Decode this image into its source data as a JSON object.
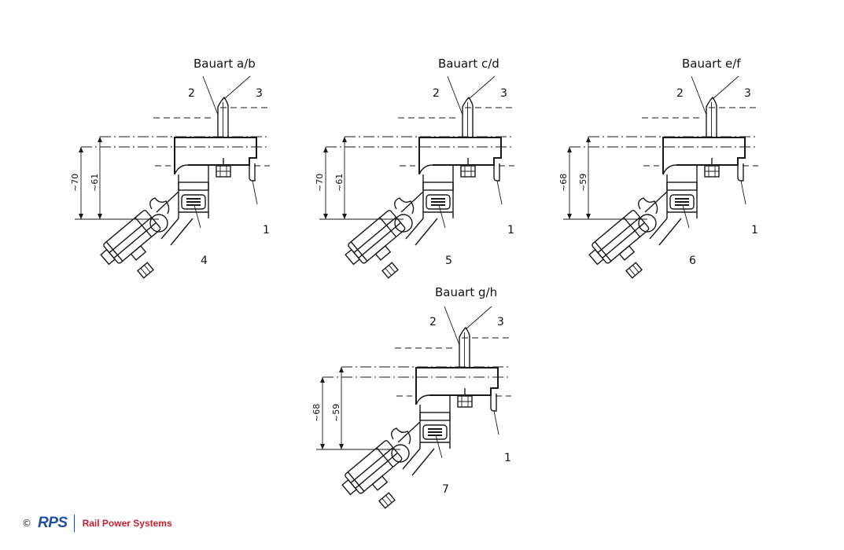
{
  "variants": [
    {
      "title": "Bauart a/b",
      "callouts": {
        "top_left": "2",
        "top_right": "3",
        "right": "1",
        "bottom": "4"
      },
      "dims": {
        "outer": "~70",
        "inner": "~61"
      }
    },
    {
      "title": "Bauart c/d",
      "callouts": {
        "top_left": "2",
        "top_right": "3",
        "right": "1",
        "bottom": "5"
      },
      "dims": {
        "outer": "~70",
        "inner": "~61"
      }
    },
    {
      "title": "Bauart e/f",
      "callouts": {
        "top_left": "2",
        "top_right": "3",
        "right": "1",
        "bottom": "6"
      },
      "dims": {
        "outer": "~68",
        "inner": "~59"
      }
    },
    {
      "title": "Bauart g/h",
      "callouts": {
        "top_left": "2",
        "top_right": "3",
        "right": "1",
        "bottom": "7"
      },
      "dims": {
        "outer": "~68",
        "inner": "~59"
      }
    }
  ],
  "footer": {
    "copyright": "©",
    "logo": "RPS",
    "company": "Rail Power Systems"
  },
  "colors": {
    "logo_blue": "#1f4fa0",
    "company_red": "#c8202f",
    "line": "#1a1a1a"
  }
}
